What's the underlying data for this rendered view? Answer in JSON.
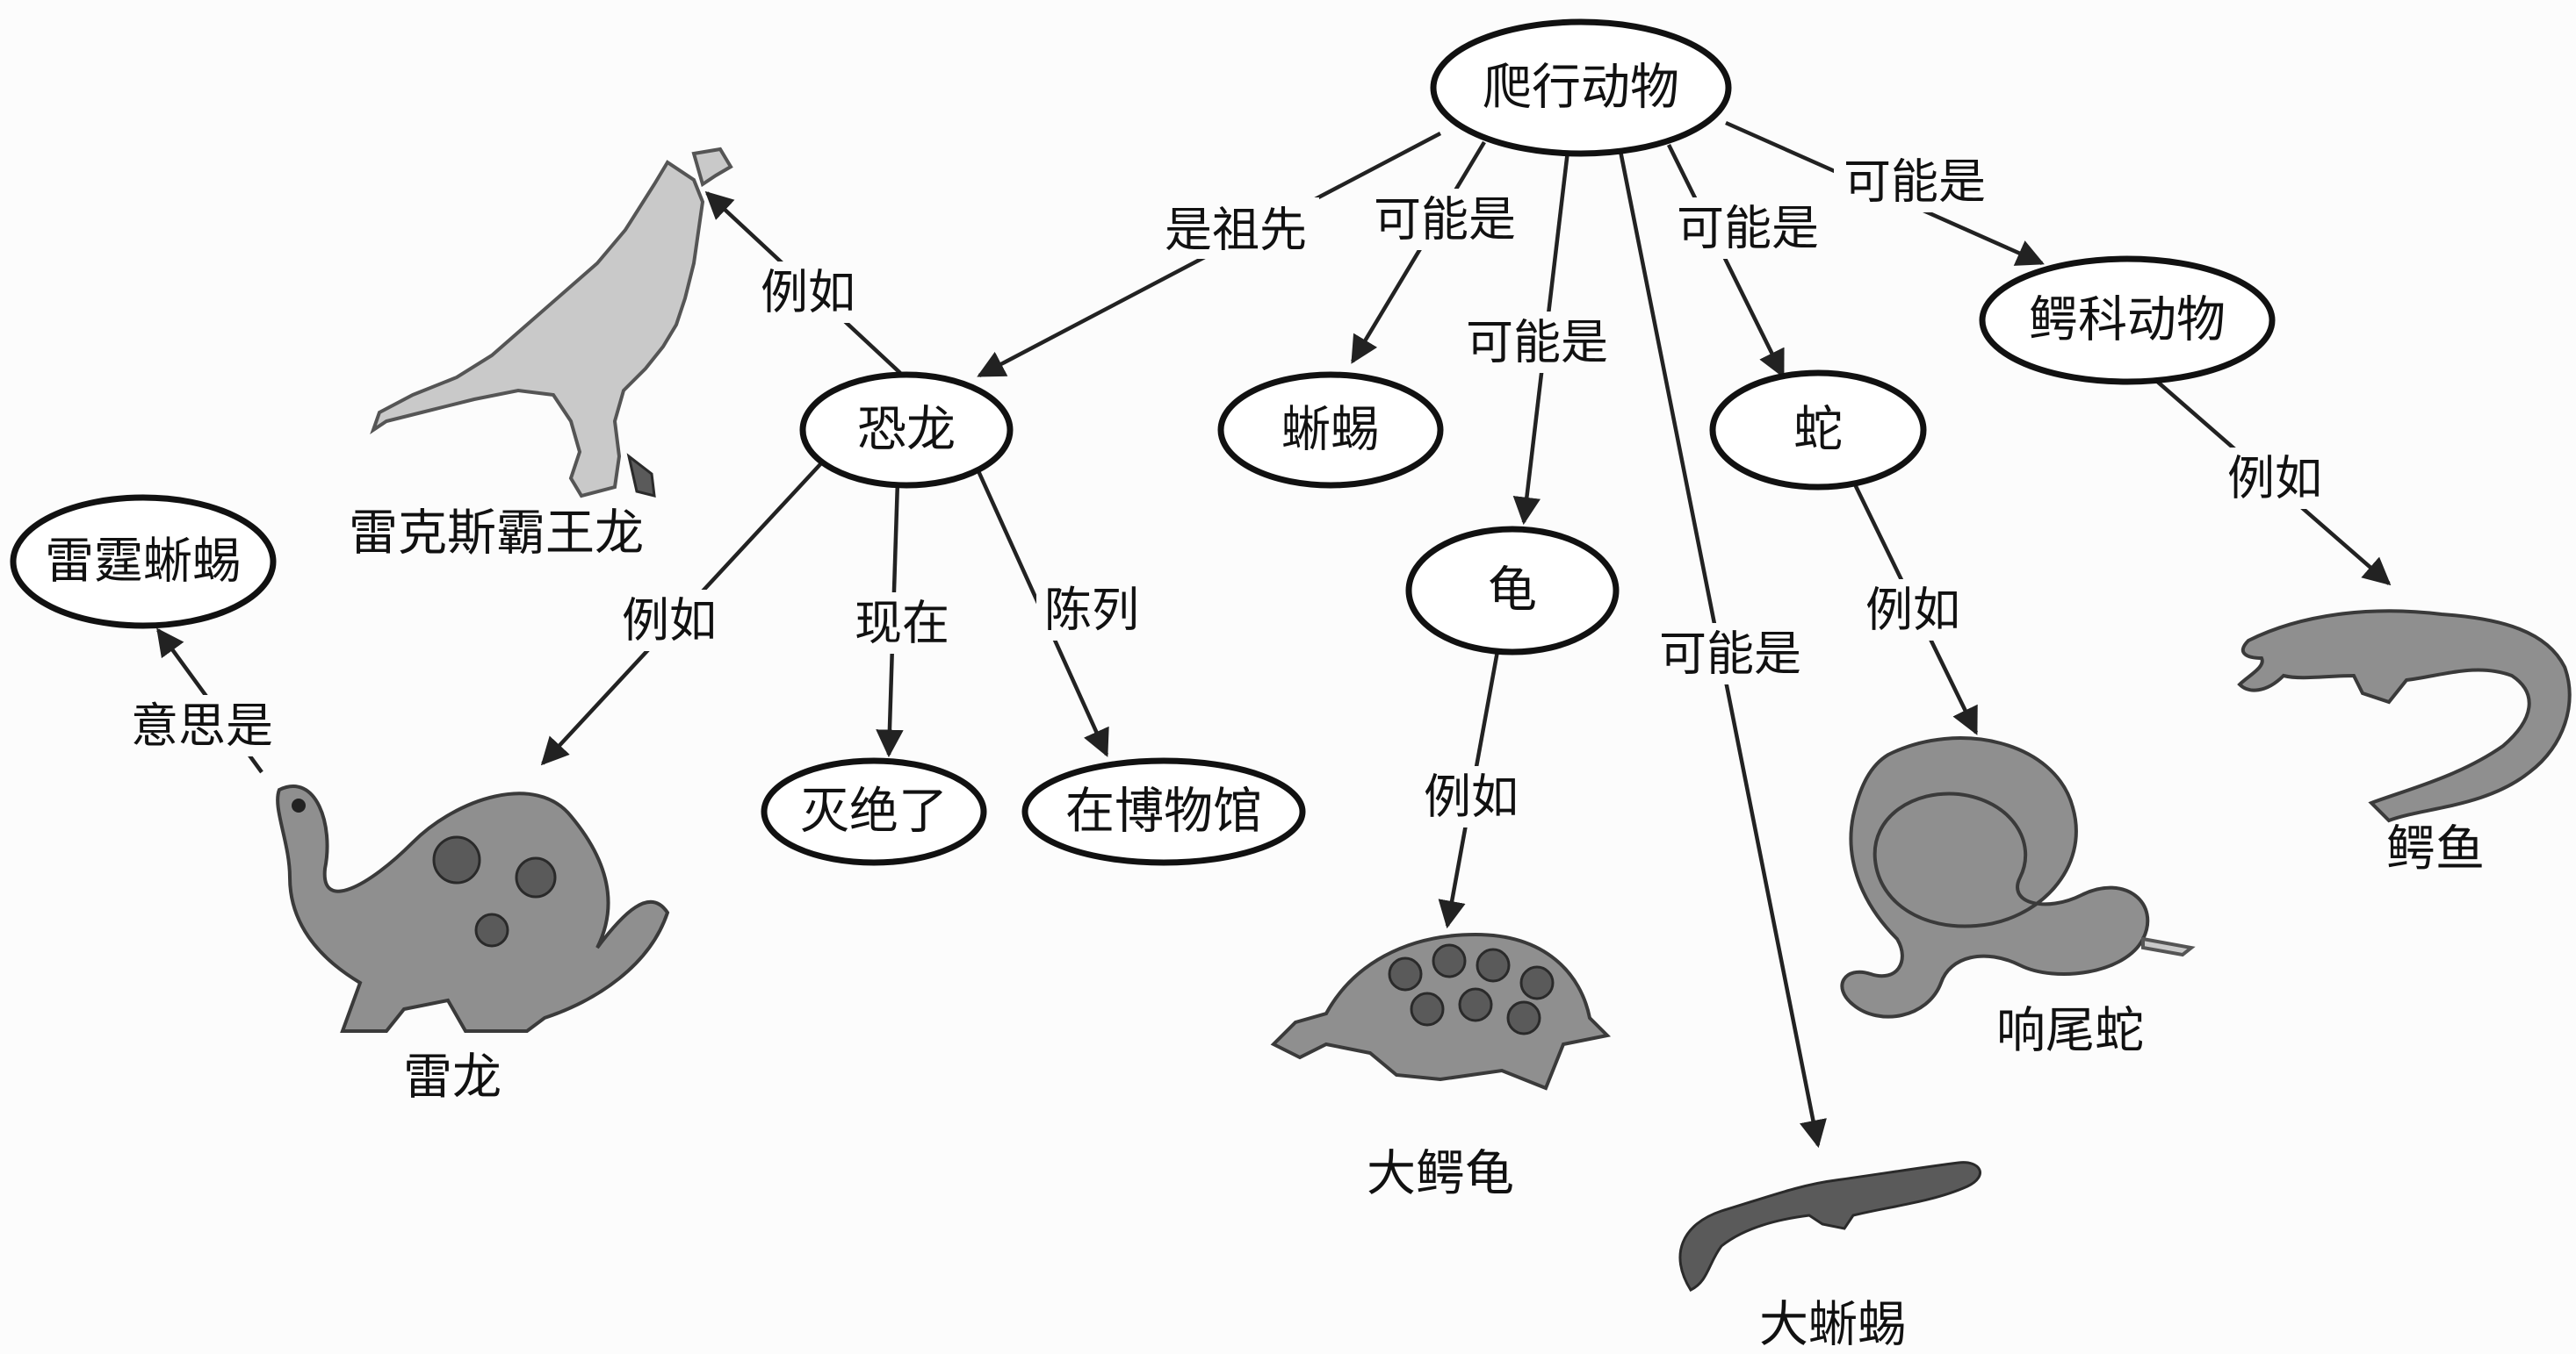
{
  "nodes": {
    "reptiles": "爬行动物",
    "dinosaur": "恐龙",
    "lizard": "蜥蜴",
    "turtle": "龟",
    "snake": "蛇",
    "crocodilians": "鳄科动物",
    "thunder_lizard": "雷霆蜥蜴",
    "extinct": "灭绝了",
    "in_museum": "在博物馆"
  },
  "edge_labels": {
    "is_ancestor": "是祖先",
    "maybe_lizard": "可能是",
    "maybe_turtle": "可能是",
    "maybe_big_lizard": "可能是",
    "maybe_snake": "可能是",
    "maybe_croc": "可能是",
    "eg_trex": "例如",
    "eg_brontosaurus": "例如",
    "now": "现在",
    "display": "陈列",
    "meaning": "意思是",
    "eg_turtle": "例如",
    "eg_snake": "例如",
    "eg_croc": "例如"
  },
  "captions": {
    "trex": "雷克斯霸王龙",
    "brontosaurus": "雷龙",
    "snapping_turtle": "大鳄龟",
    "big_lizard": "大蜥蜴",
    "rattlesnake": "响尾蛇",
    "crocodile": "鳄鱼"
  },
  "colors": {
    "ink": "#111111",
    "picture_gray": "#8f8f8f",
    "background": "#fcfcfc"
  }
}
